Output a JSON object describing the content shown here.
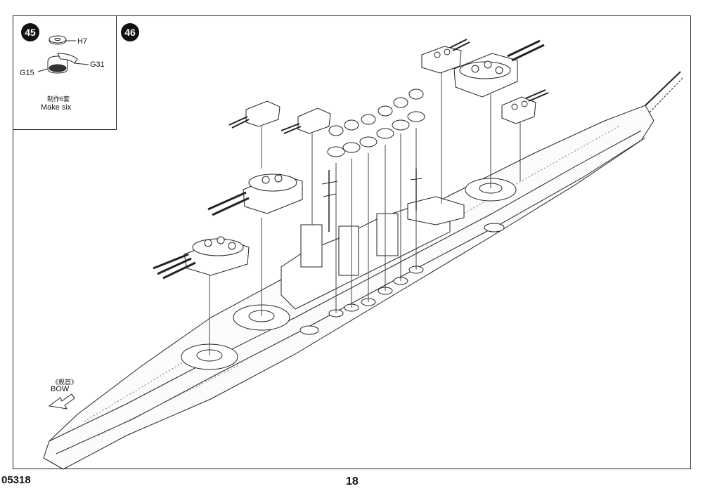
{
  "steps": {
    "step45": "45",
    "step46": "46"
  },
  "inset": {
    "part_top": "H7",
    "part_right": "G31",
    "part_left": "G15",
    "note_cn": "制作6套",
    "note_en": "Make six"
  },
  "bow": {
    "label_cn": "《舰首》",
    "label_en": "BOW"
  },
  "footer": {
    "kit_number": "05318",
    "page_number": "18"
  }
}
